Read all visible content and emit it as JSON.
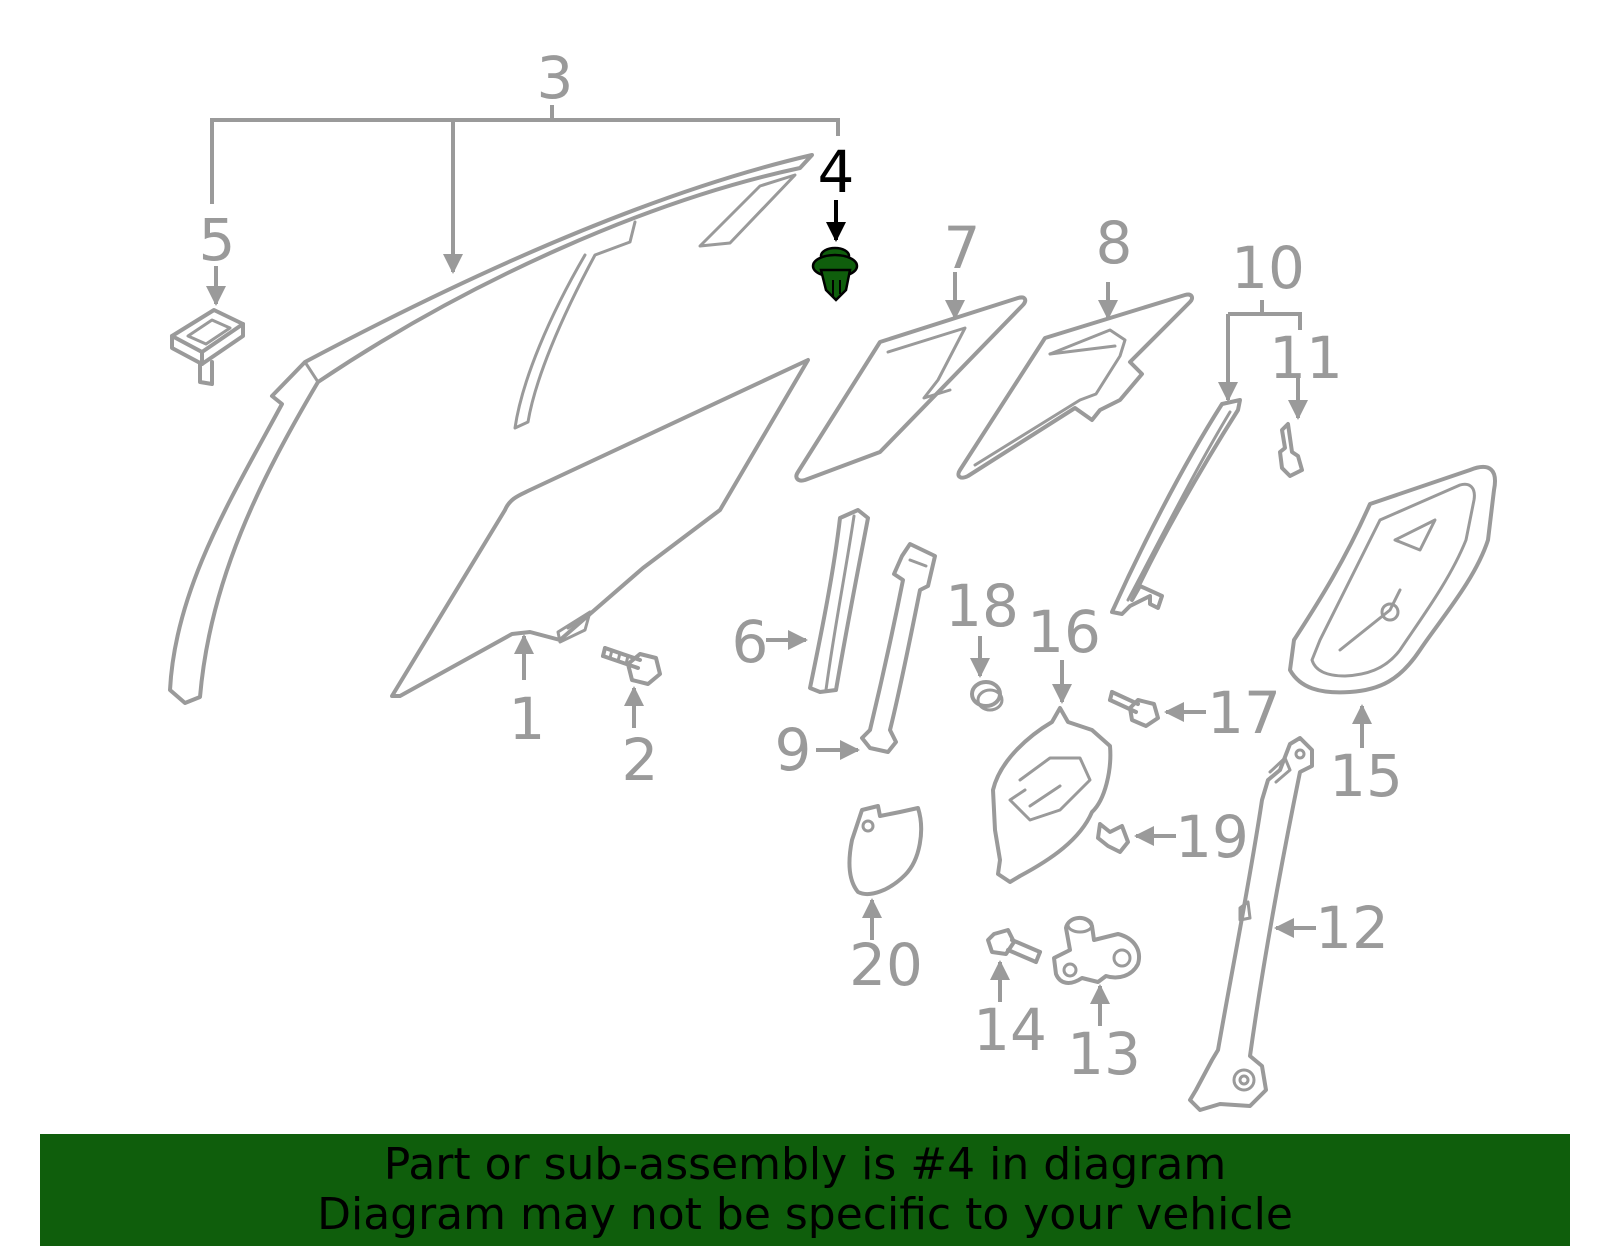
{
  "diagram": {
    "highlight_part": "4",
    "highlight_color": "#0f5e0c",
    "line_color": "#9a9a9a",
    "callouts": {
      "c1": "1",
      "c2": "2",
      "c3": "3",
      "c4": "4",
      "c5": "5",
      "c6": "6",
      "c7": "7",
      "c8": "8",
      "c9": "9",
      "c10": "10",
      "c11": "11",
      "c12": "12",
      "c13": "13",
      "c14": "14",
      "c15": "15",
      "c16": "16",
      "c17": "17",
      "c18": "18",
      "c19": "19",
      "c20": "20"
    }
  },
  "banner": {
    "line1": "Part or sub-assembly is #4 in diagram",
    "line2": "Diagram may not be specific to your vehicle",
    "background": "#0f5e0c"
  }
}
